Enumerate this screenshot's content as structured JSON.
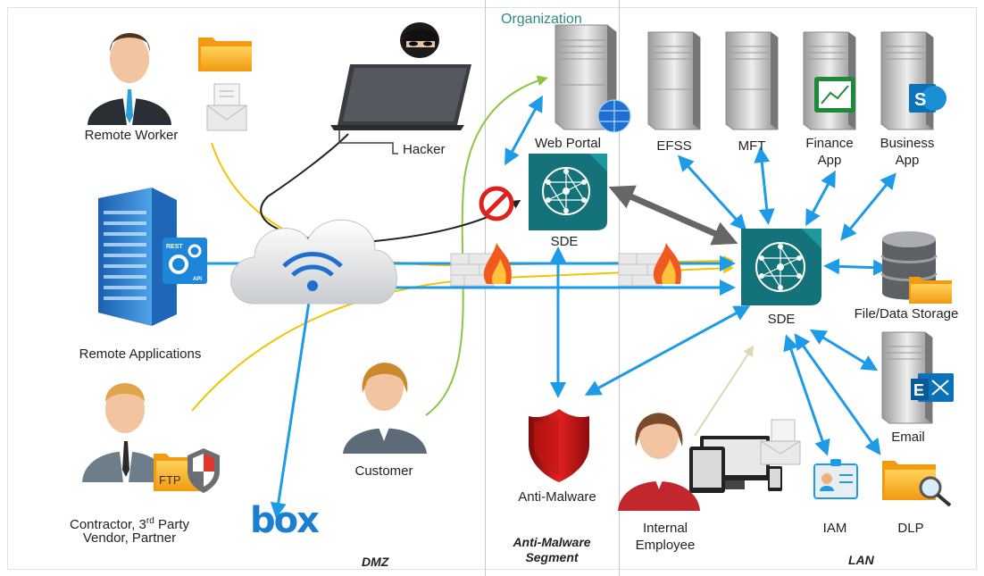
{
  "org_label": "Organization",
  "zones": {
    "dmz": "DMZ",
    "anti_malware_line1": "Anti-Malware",
    "anti_malware_line2": "Segment",
    "lan": "LAN"
  },
  "nodes": {
    "remote_worker": "Remote Worker",
    "hacker": "Hacker",
    "remote_applications": "Remote Applications",
    "contractor_line1": "Contractor, 3rd Party",
    "contractor_line2": "Vendor, Partner",
    "customer": "Customer",
    "box": "box",
    "web_portal": "Web Portal",
    "sde_dmz": "SDE",
    "anti_malware": "Anti-Malware",
    "efss": "EFSS",
    "mft": "MFT",
    "finance_line1": "Finance",
    "finance_line2": "App",
    "business_line1": "Business",
    "business_line2": "App",
    "sde_lan": "SDE",
    "file_storage": "File/Data Storage",
    "email": "Email",
    "internal_line1": "Internal",
    "internal_line2": "Employee",
    "iam": "IAM",
    "dlp": "DLP"
  },
  "icon_text": {
    "rest": "REST",
    "api": "API",
    "ftp": "FTP",
    "sharepoint": "S",
    "exchange": "E"
  },
  "colors": {
    "blue_arrow": "#1e9be6",
    "yellow_flow": "#f2c400",
    "green_flow": "#8cc63f",
    "sde_teal": "#14737a",
    "grey_arrow": "#666666"
  }
}
